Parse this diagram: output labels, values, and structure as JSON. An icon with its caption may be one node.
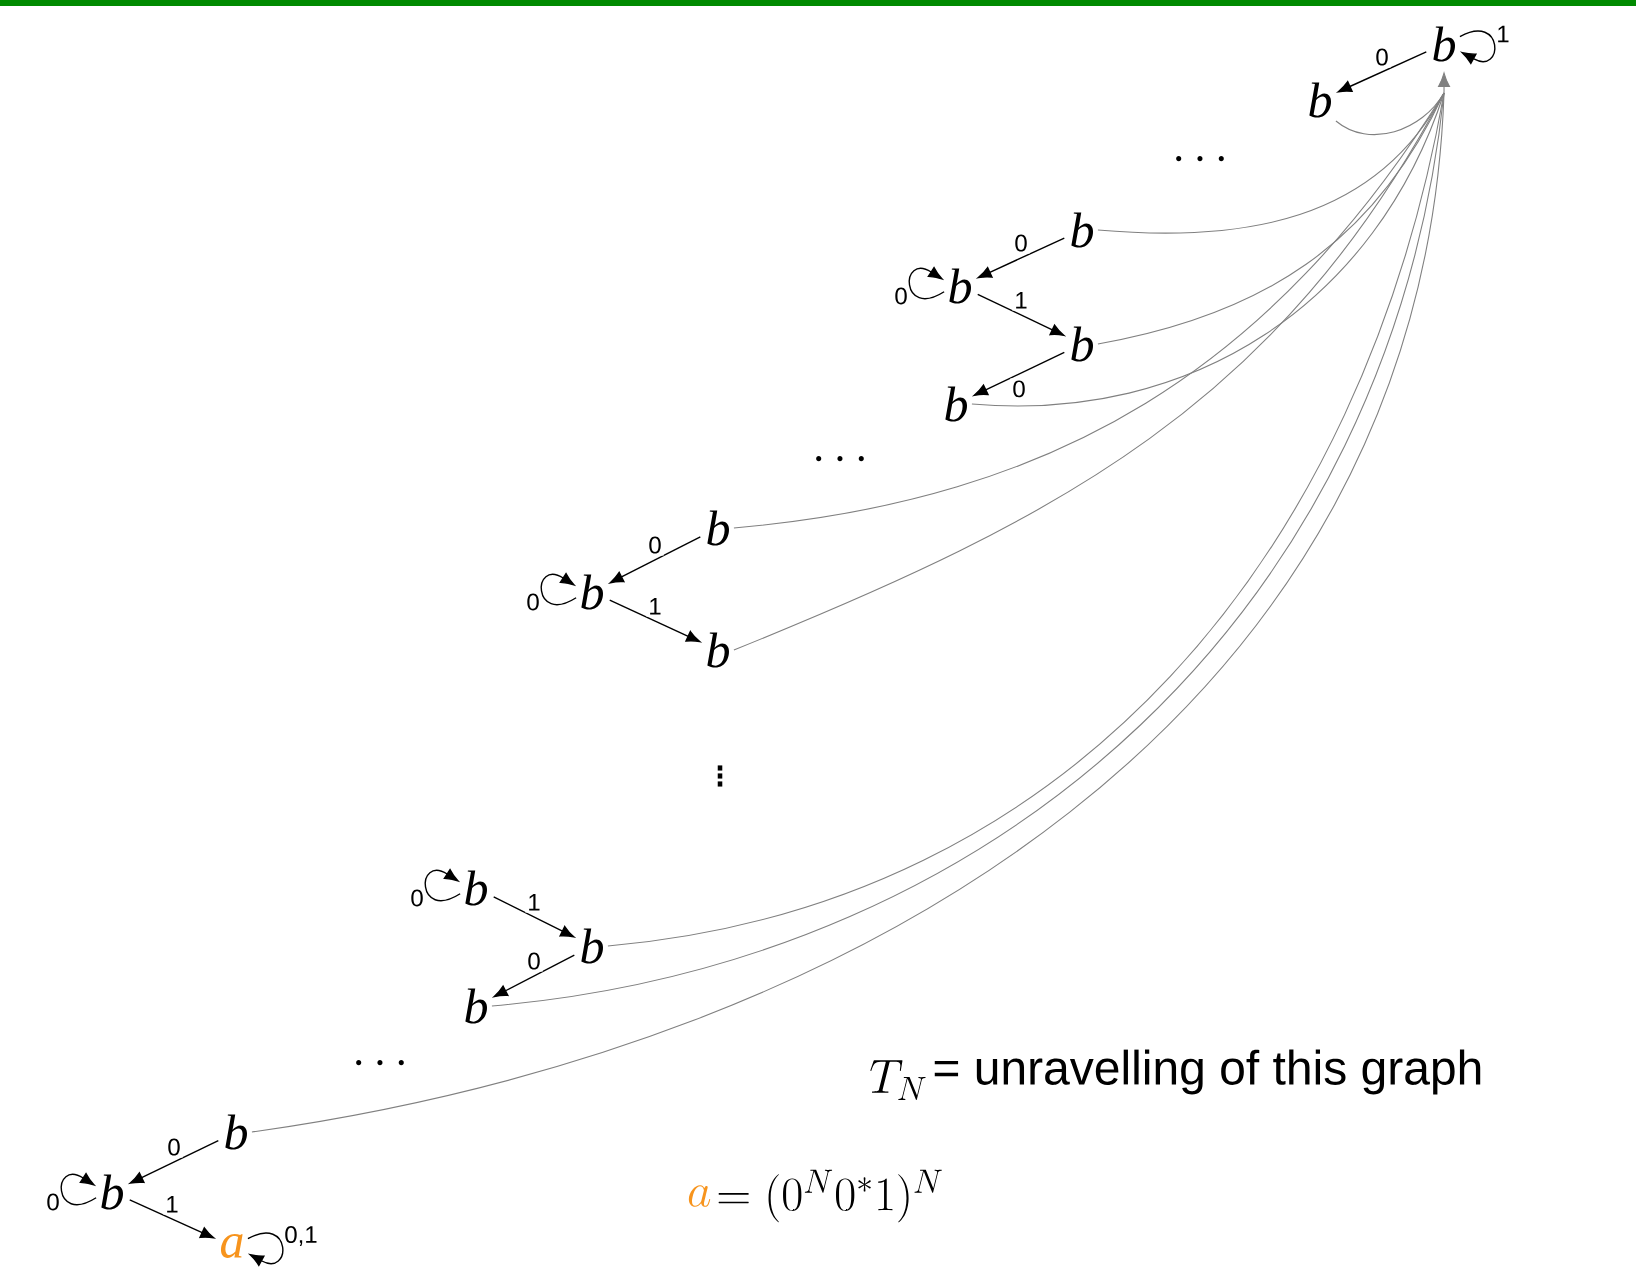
{
  "diagram": {
    "nodes": [
      {
        "text": [
          "b"
        ]
      },
      {
        "text": [
          "b"
        ]
      },
      {
        "text": [
          "b"
        ]
      },
      {
        "text": [
          "b"
        ]
      },
      {
        "text": [
          "b"
        ]
      },
      {
        "text": [
          "b"
        ]
      },
      {
        "text": [
          "b"
        ]
      },
      {
        "text": [
          "b"
        ]
      },
      {
        "text": [
          "b"
        ]
      },
      {
        "text": [
          "b"
        ]
      },
      {
        "text": [
          "b"
        ]
      },
      {
        "text": [
          "b"
        ]
      },
      {
        "text": [
          "b"
        ]
      },
      {
        "text": [
          "b"
        ]
      },
      {
        "text": [
          "a"
        ]
      }
    ],
    "edges": [
      {
        "from": 0,
        "to": 1,
        "arrow": "to",
        "label": "0"
      },
      {
        "from": 0,
        "to": 0,
        "arrow": "to",
        "label": "1"
      },
      {
        "from": 2,
        "to": 3,
        "arrow": "to",
        "label": "0"
      },
      {
        "from": 3,
        "to": 3,
        "arrow": "to",
        "label": "0"
      },
      {
        "from": 3,
        "to": 4,
        "arrow": "to",
        "label": "1"
      },
      {
        "from": 4,
        "to": 5,
        "arrow": "to",
        "label": "0"
      },
      {
        "from": 6,
        "to": 7,
        "arrow": "to",
        "label": "0"
      },
      {
        "from": 7,
        "to": 7,
        "arrow": "to",
        "label": "0"
      },
      {
        "from": 7,
        "to": 8,
        "arrow": "to",
        "label": "1"
      },
      {
        "from": 9,
        "to": 9,
        "arrow": "to",
        "label": "0"
      },
      {
        "from": 9,
        "to": 10,
        "arrow": "to",
        "label": "1"
      },
      {
        "from": 10,
        "to": 11,
        "arrow": "to",
        "label": "0"
      },
      {
        "from": 12,
        "to": 13,
        "arrow": "to",
        "label": "0"
      },
      {
        "from": 13,
        "to": 13,
        "arrow": "to",
        "label": "0"
      },
      {
        "from": 13,
        "to": 14,
        "arrow": "to",
        "label": "1"
      },
      {
        "from": 14,
        "to": 14,
        "arrow": "to",
        "label": "0,1"
      },
      {
        "from": 1,
        "to": 0,
        "arrow": "to",
        "color": "#808080"
      },
      {
        "from": 2,
        "to": 0,
        "arrow": "to",
        "color": "#808080"
      },
      {
        "from": 4,
        "to": 0,
        "arrow": "to",
        "color": "#808080"
      },
      {
        "from": 5,
        "to": 0,
        "arrow": "to",
        "color": "#808080"
      },
      {
        "from": 6,
        "to": 0,
        "arrow": "to",
        "color": "#808080"
      },
      {
        "from": 8,
        "to": 0,
        "arrow": "to",
        "color": "#808080"
      },
      {
        "from": 10,
        "to": 0,
        "arrow": "to",
        "color": "#808080"
      },
      {
        "from": 11,
        "to": 0,
        "arrow": "to",
        "color": "#808080"
      },
      {
        "from": 12,
        "to": 0,
        "arrow": "to",
        "color": "#808080"
      }
    ],
    "labels": [
      "\\cdots",
      "\\cdots",
      "\\vdots",
      "\\cdots",
      "T_{N}",
      "= unravelling of this graph",
      "a",
      "= (0^{N}0^{*}1)^{N}"
    ]
  }
}
